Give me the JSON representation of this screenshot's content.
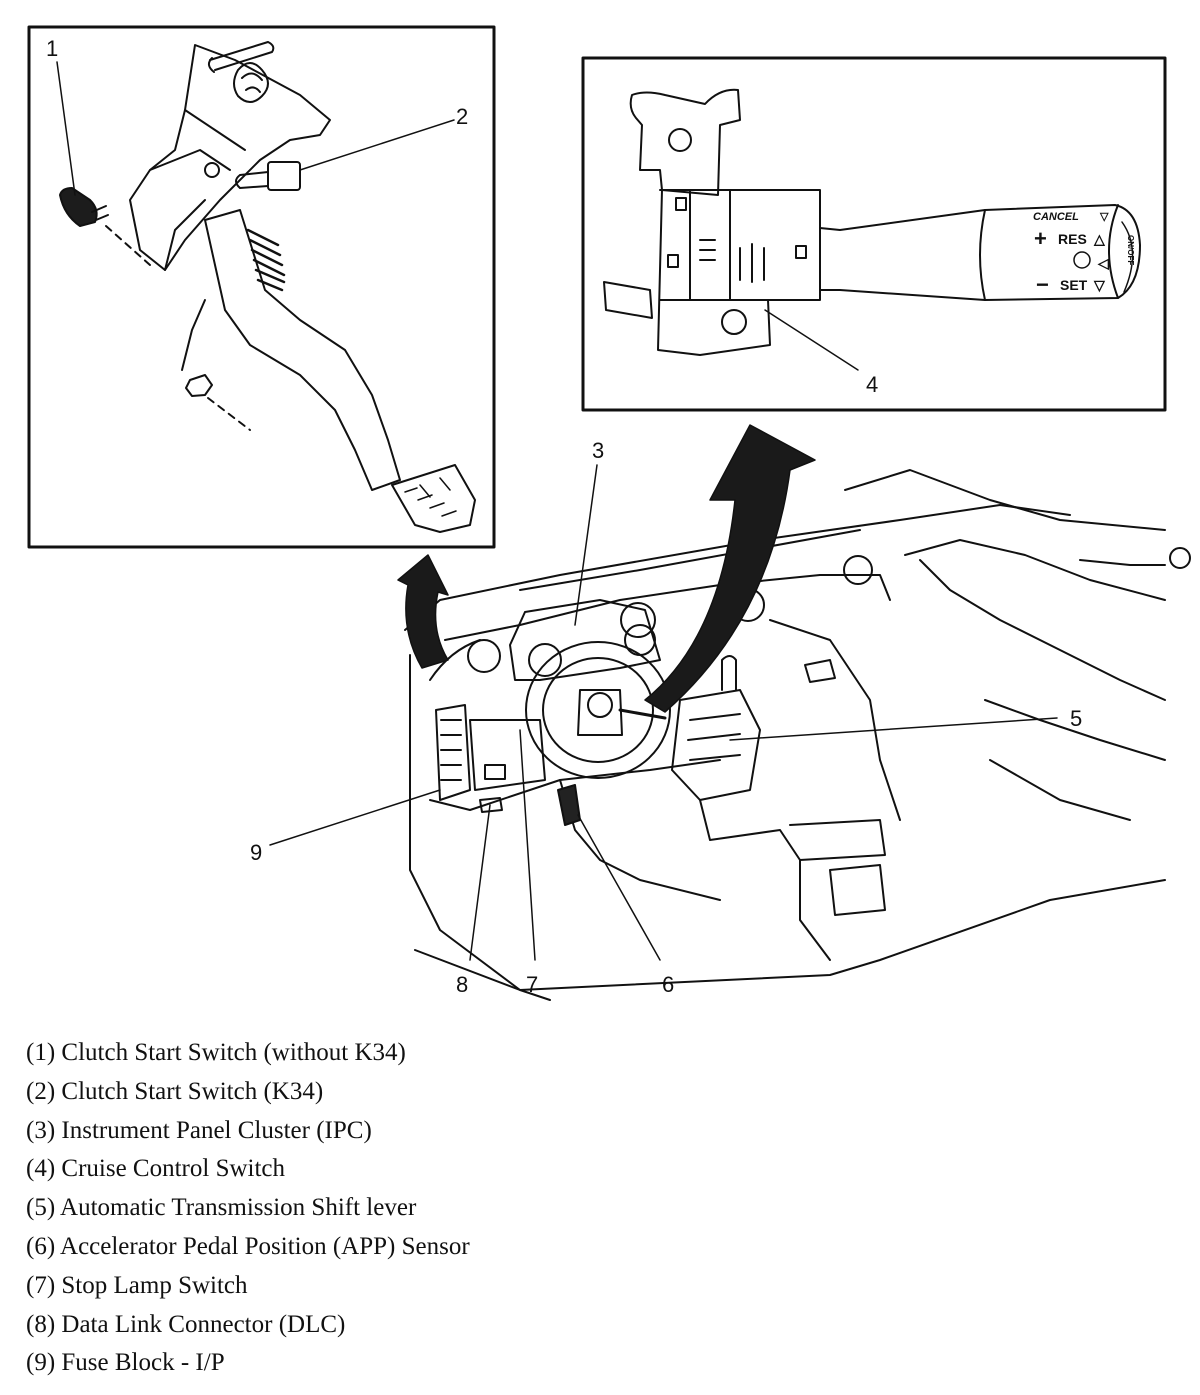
{
  "diagram": {
    "callouts": [
      "1",
      "2",
      "3",
      "4",
      "5",
      "6",
      "7",
      "8",
      "9"
    ],
    "switch_labels": {
      "cancel": "CANCEL",
      "cancel_arrow": "▽",
      "plus": "+",
      "res": "RES",
      "res_arrow": "△",
      "minus": "−",
      "set": "SET",
      "set_arrow": "▽",
      "side_arrow": "◁",
      "end_cap": "ON/OFF"
    }
  },
  "legend": [
    "(1) Clutch Start Switch (without K34)",
    "(2) Clutch Start Switch (K34)",
    "(3) Instrument Panel Cluster (IPC)",
    "(4) Cruise Control Switch",
    "(5) Automatic Transmission Shift lever",
    "(6) Accelerator Pedal Position (APP) Sensor",
    "(7) Stop Lamp Switch",
    "(8) Data Link Connector (DLC)",
    "(9) Fuse Block - I/P"
  ],
  "colors": {
    "line": "#111111",
    "arrow_fill": "#1a1a1a",
    "background": "#ffffff"
  }
}
